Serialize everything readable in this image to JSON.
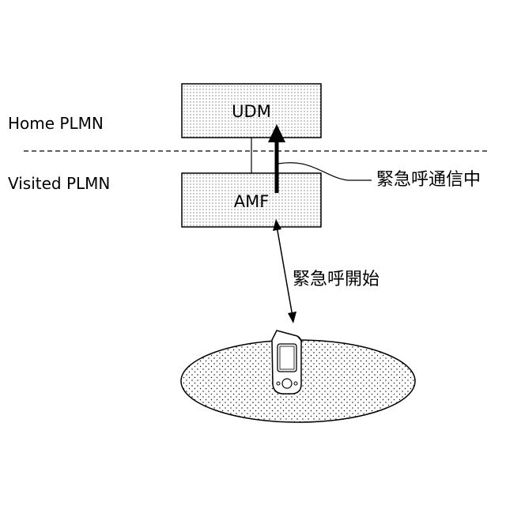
{
  "regions": {
    "home": "Home PLMN",
    "visited": "Visited PLMN"
  },
  "nodes": {
    "udm": "UDM",
    "amf": "AMF"
  },
  "labels": {
    "emergency_call_in_progress": "緊急呼通信中",
    "emergency_call_start": "緊急呼開始"
  },
  "colors": {
    "ink": "#000000",
    "background": "#ffffff"
  }
}
